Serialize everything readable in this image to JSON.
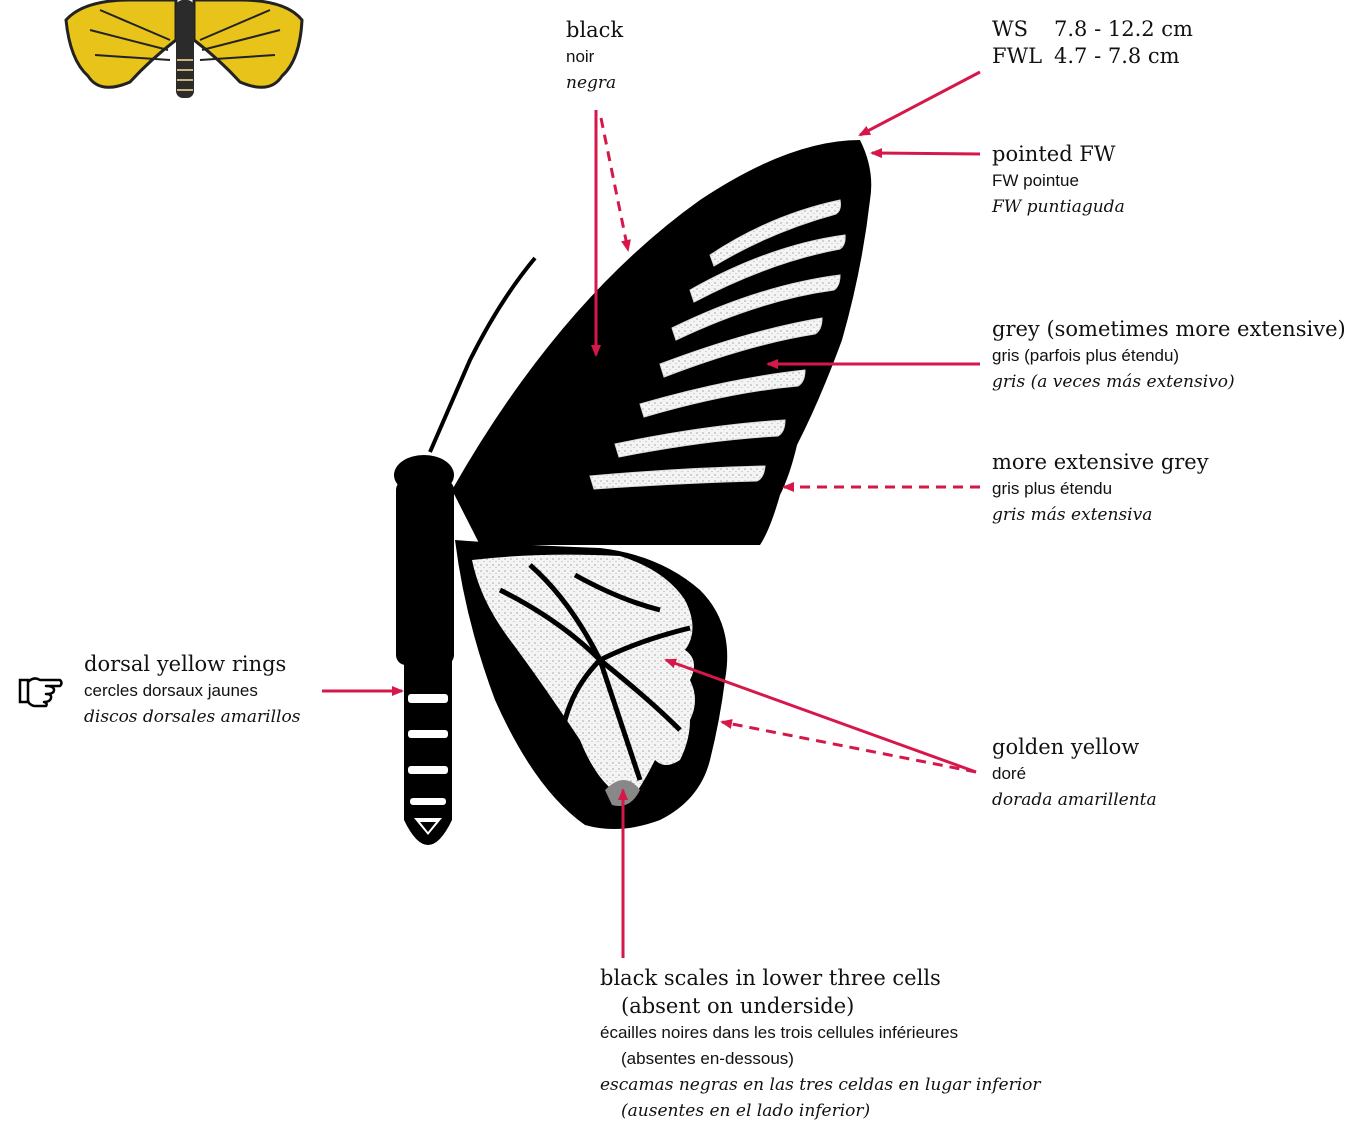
{
  "measurements": {
    "ws_key": "WS",
    "ws_value": "7.8 - 12.2 cm",
    "fwl_key": "FWL",
    "fwl_value": "4.7 - 7.8 cm"
  },
  "labels": {
    "black": {
      "en": "black",
      "fr": "noir",
      "es": "negra"
    },
    "pointed": {
      "en": "pointed FW",
      "fr": "FW pointue",
      "es": "FW puntiaguda"
    },
    "grey": {
      "en": "grey (sometimes more extensive)",
      "fr": "gris (parfois plus étendu)",
      "es": "gris (a veces más extensivo)"
    },
    "more_grey": {
      "en": "more extensive grey",
      "fr": "gris plus étendu",
      "es": "gris más extensiva"
    },
    "rings": {
      "en": "dorsal yellow rings",
      "fr": "cercles dorsaux jaunes",
      "es": "discos dorsales amarillos"
    },
    "golden": {
      "en": "golden yellow",
      "fr": "doré",
      "es": "dorada amarillenta"
    },
    "scales": {
      "en1": "black scales in lower three cells",
      "en2": "(absent on underside)",
      "fr1": "écailles noires dans les trois cellules inférieures",
      "fr2": "(absentes en-dessous)",
      "es1": "escamas negras en las tres celdas en lugar inferior",
      "es2": "(ausentes en el lado inferior)"
    }
  },
  "colors": {
    "arrow": "#d6174a",
    "wing": "#000000",
    "thumbnail_yellow": "#e8c31a",
    "hindwing_fill": "#f2f2f2"
  },
  "icons": {
    "pointing_hand": "pointing-hand-icon",
    "thumbnail": "butterfly-thumbnail"
  }
}
